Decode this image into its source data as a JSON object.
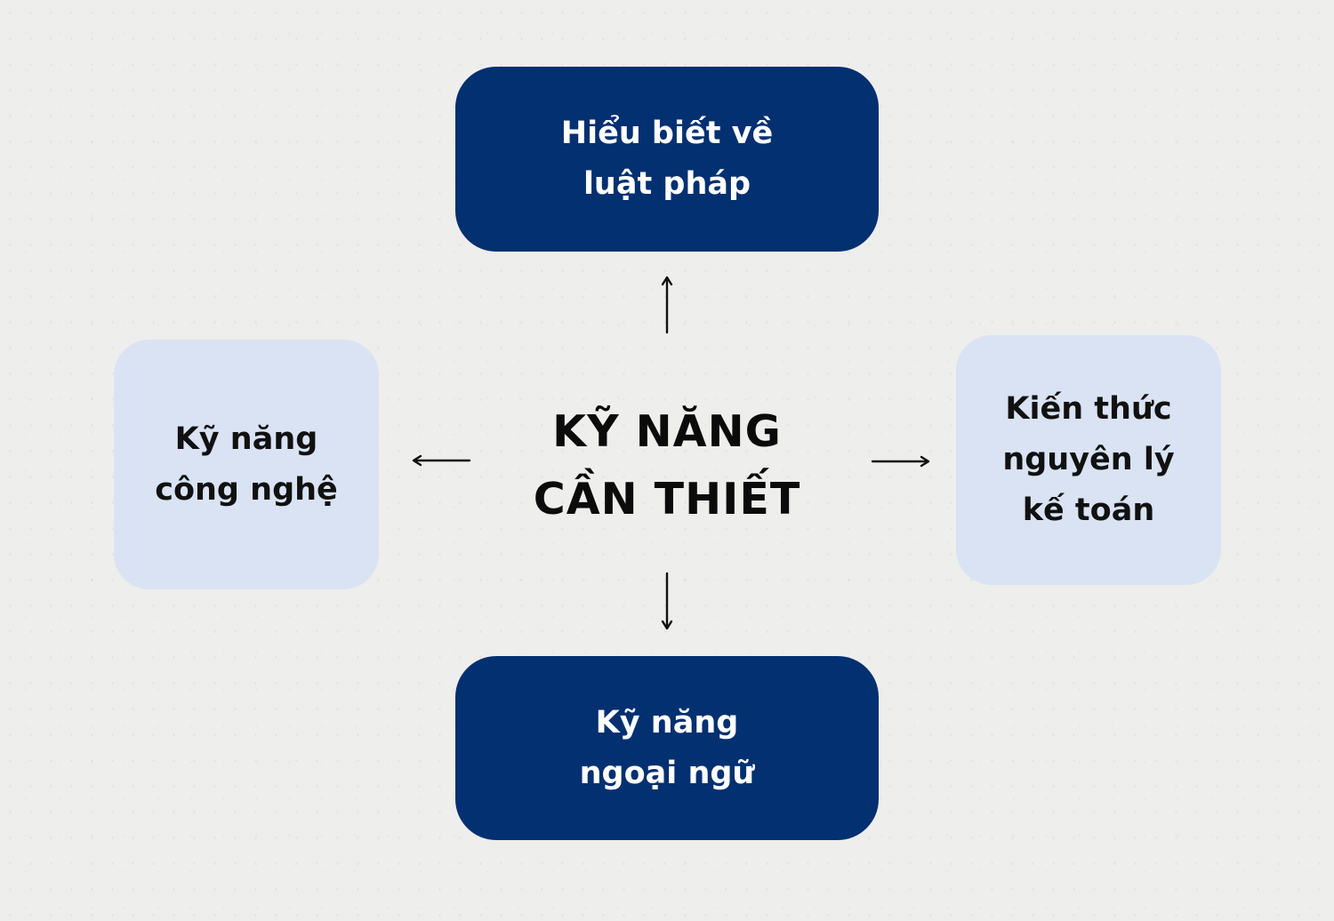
{
  "center": {
    "title": "KỸ NĂNG\nCẦN THIẾT"
  },
  "nodes": {
    "top": {
      "label": "Hiểu biết về\nluật pháp"
    },
    "bottom": {
      "label": "Kỹ năng\nngoại ngữ"
    },
    "left": {
      "label": "Kỹ năng\ncông nghệ"
    },
    "right": {
      "label": "Kiến thức\nnguyên lý\nkế toán"
    }
  },
  "colors": {
    "dark_box": "#023070",
    "light_box": "#d9e3f3",
    "background": "#eeeeec",
    "arrow": "#111111"
  }
}
